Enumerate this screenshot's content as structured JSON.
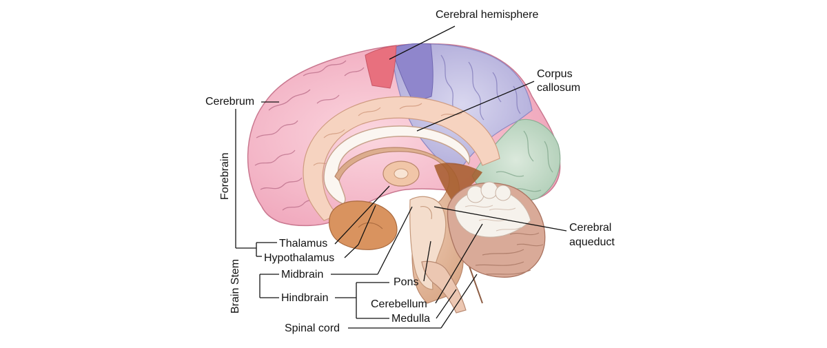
{
  "labels": {
    "cerebral_hemisphere": "Cerebral hemisphere",
    "corpus_callosum_line1": "Corpus",
    "corpus_callosum_line2": "callosum",
    "cerebrum": "Cerebrum",
    "forebrain": "Forebrain",
    "brain_stem": "Brain Stem",
    "thalamus": "Thalamus",
    "hypothalamus": "Hypothalamus",
    "midbrain": "Midbrain",
    "hindbrain": "Hindbrain",
    "pons": "Pons",
    "cerebellum": "Cerebellum",
    "medulla": "Medulla",
    "spinal_cord": "Spinal cord",
    "cerebral_aqueduct_line1": "Cerebral",
    "cerebral_aqueduct_line2": "aqueduct"
  },
  "colors": {
    "frontal_pink": "#f3b6c8",
    "parietal_purple": "#b9b6e0",
    "motor_red": "#e8707e",
    "sensory_violet": "#8f86cc",
    "occipital_green": "#c4dcc8",
    "cingulate_peach": "#f6d3c0",
    "deep_tan": "#d9a27c",
    "cerebellum_white": "#f4efe9",
    "cerebellum_tan": "#d8a896",
    "leader_line": "#111111"
  }
}
